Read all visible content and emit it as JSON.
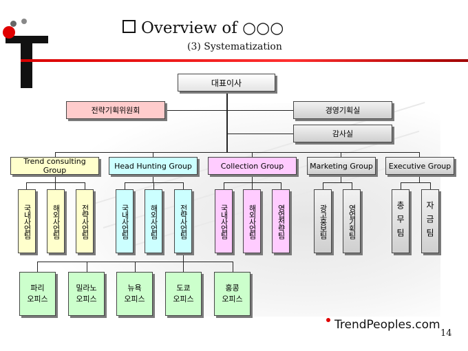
{
  "header": {
    "title": "Overview of ○○○",
    "subtitle": "(3) Systematization"
  },
  "colors": {
    "accent_red": "#e00000",
    "ink": "#111111"
  },
  "org": {
    "ceo": "대표이사",
    "strategy_committee": "전략기획위원회",
    "management_planning": "경영기획실",
    "audit": "감사실",
    "groups": [
      {
        "name": "Trend consulting Group",
        "teams": [
          "국내사업팀",
          "해외사업팀",
          "전략사업팀"
        ]
      },
      {
        "name": "Head Hunting Group",
        "teams": [
          "국내사업팀",
          "해외사업팀",
          "전략사업팀"
        ]
      },
      {
        "name": "Collection Group",
        "teams": [
          "국내사업팀",
          "해외사업팀",
          "영업전략팀"
        ]
      },
      {
        "name": "Marketing Group",
        "teams": [
          "광고홍보팀",
          "영업기획팀"
        ]
      },
      {
        "name": "Executive Group",
        "teams": [
          "총무팀",
          "자금팀"
        ]
      }
    ],
    "offices": [
      {
        "line1": "파리",
        "line2": "오피스"
      },
      {
        "line1": "밀라노",
        "line2": "오피스"
      },
      {
        "line1": "뉴욕",
        "line2": "오피스"
      },
      {
        "line1": "도쿄",
        "line2": "오피스"
      },
      {
        "line1": "홍콩",
        "line2": "오피스"
      }
    ]
  },
  "footer": {
    "brand": "TrendPeoples.com",
    "page_number": "14"
  }
}
